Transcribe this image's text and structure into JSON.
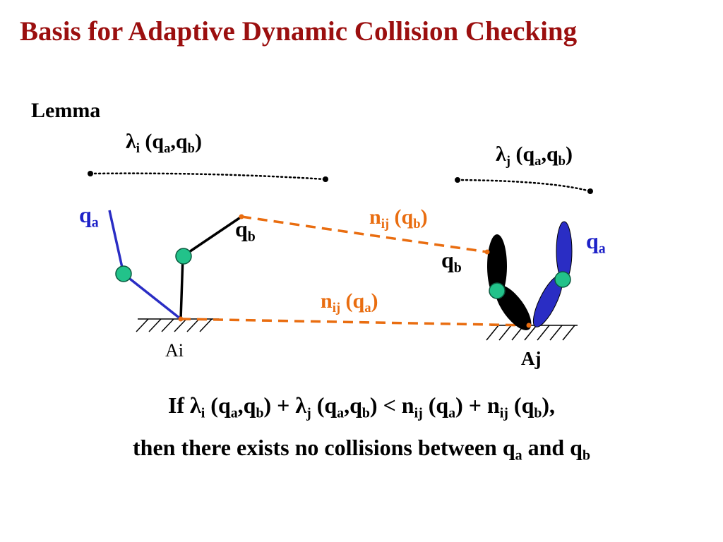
{
  "title": "Basis for Adaptive Dynamic Collision Checking",
  "lemma": "Lemma",
  "labels": {
    "lambda_i": "λ",
    "lambda_i_sub": "i",
    "lambda_j": "λ",
    "lambda_j_sub": "j",
    "args_pre": " (q",
    "a": "a",
    "comma_q": ",q",
    "b": "b",
    "close": ")",
    "q": "q",
    "n": "n",
    "ij": "ij",
    "paren_q": " (q",
    "ai": "Ai",
    "aj": "Aj"
  },
  "condition": {
    "line1": {
      "if": "If ",
      "lam": "λ",
      "i": "i",
      "j": "j",
      "open_q": " (q",
      "a": "a",
      "comma_q": ",q",
      "b": "b",
      "plus": ") + ",
      "lt": ") < ",
      "n": "n",
      "ij": "ij",
      "close_plus": ") + ",
      "end": "),"
    },
    "line2": {
      "text": "then there exists no collisions between q",
      "a": "a",
      "and": " and q",
      "b": "b"
    }
  },
  "colors": {
    "title": "#9b0f0f",
    "blue_link": "#2a2dc4",
    "blue_label": "#1e22c8",
    "orange": "#e96d10",
    "joint": "#22c28a",
    "black": "#000000"
  }
}
